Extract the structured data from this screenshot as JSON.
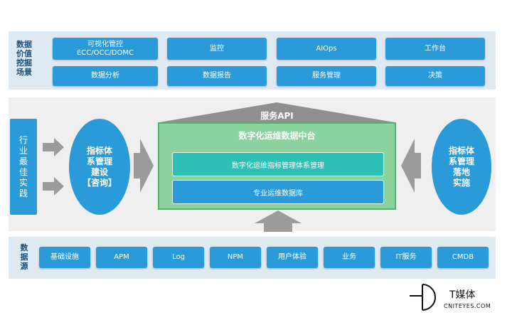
{
  "top_section": {
    "label": "数据\n价值\n挖掘\n场景",
    "row1": [
      "可视化管控\nECC/OCC/DOMC",
      "监控",
      "AIOps",
      "工作台"
    ],
    "row2": [
      "数据分析",
      "数据报告",
      "服务管理",
      "决策"
    ]
  },
  "middle": {
    "left_label": "行\n业\n最\n佳\n实\n践",
    "left_ellipse": "指标体\n系管理\n建设\n【咨询】",
    "roof_label": "服务API",
    "center_title": "数字化运维数据中台",
    "center_inner_1": "数字化运维指标管理体系管理",
    "center_inner_2": "专业运维数据库",
    "right_ellipse": "指标体\n系管理\n落地\n实施"
  },
  "bottom_section": {
    "label": "数\n据\n源",
    "items": [
      "基础设施",
      "APM",
      "Log",
      "NPM",
      "用户体验",
      "业务",
      "IT服务",
      "CMDB"
    ]
  },
  "watermark": {
    "title": "T媒体",
    "url": "CNITEYES.COM"
  },
  "colors": {
    "box_blue": "#2b9ad8",
    "green_panel": "#8bd29e",
    "teal_inner": "#2ec0b6",
    "arrow_gray": "#9b9b9b",
    "label_text": "#1d4f7a"
  }
}
